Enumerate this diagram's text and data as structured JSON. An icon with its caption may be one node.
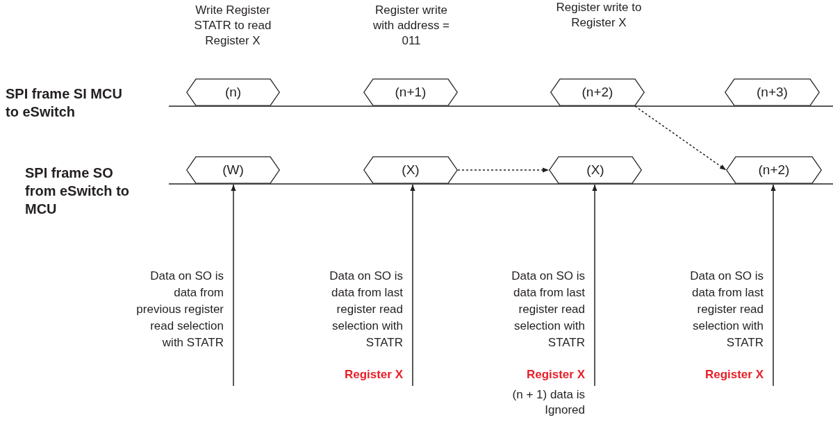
{
  "diagram": {
    "nodes": [
      {
        "text": [
          "(n)"
        ]
      },
      {
        "text": [
          "(n+1)"
        ]
      },
      {
        "text": [
          "(n+2)"
        ]
      },
      {
        "text": [
          "(n+3)"
        ]
      },
      {
        "text": [
          "(W)"
        ]
      },
      {
        "text": [
          "(X)"
        ]
      },
      {
        "text": [
          "(X)"
        ]
      },
      {
        "text": [
          "(n+2)"
        ]
      },
      {
        "text": [
          "Data on SO is data from previous register read selection with STATR"
        ]
      },
      {
        "text": [
          "Data on SO is data from last register read selection with STATR",
          "Register X"
        ]
      },
      {
        "text": [
          "Data on SO is data from last register read selection with STATR",
          "Register X",
          "(n + 1) data is Ignored"
        ]
      },
      {
        "text": [
          "Data on SO is data from last register read selection with STATR",
          "Register X"
        ]
      }
    ],
    "edges": [
      {
        "from": 5,
        "to": 6,
        "arrow": "to",
        "style": "dashed"
      },
      {
        "from": 2,
        "to": 7,
        "arrow": "to",
        "style": "dashed"
      },
      {
        "from": 8,
        "to": 4,
        "arrow": "to"
      },
      {
        "from": 9,
        "to": 5,
        "arrow": "to"
      },
      {
        "from": 10,
        "to": 6,
        "arrow": "to"
      },
      {
        "from": 11,
        "to": 7,
        "arrow": "to"
      }
    ],
    "labels": [
      "Write Register STATR to read Register X",
      "Register write with address = 011",
      "Register write to Register X",
      "SPI frame SI MCU to eSwitch",
      "SPI frame SO from eSwitch to MCU"
    ]
  }
}
